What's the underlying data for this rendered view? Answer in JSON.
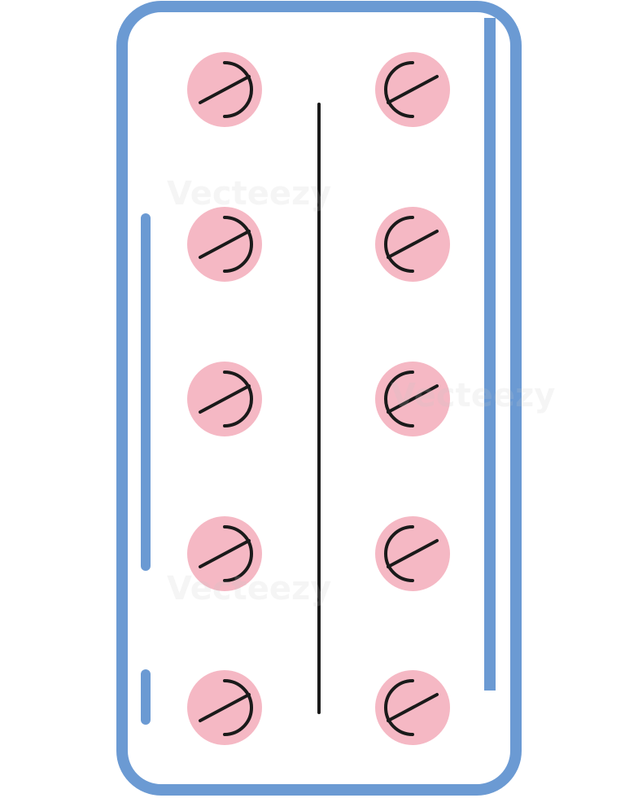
{
  "illustration": {
    "colors": {
      "outline": "#6B9AD3",
      "pill": "#F5B8C4",
      "pill_mark": "#1a1a1a",
      "divider": "#1a1a1a",
      "background": "#ffffff"
    },
    "pill_count": 10,
    "rows": 5,
    "columns": 2,
    "icons": [
      "blister-pack-icon"
    ]
  },
  "watermark": {
    "text": "Vecteezy"
  }
}
